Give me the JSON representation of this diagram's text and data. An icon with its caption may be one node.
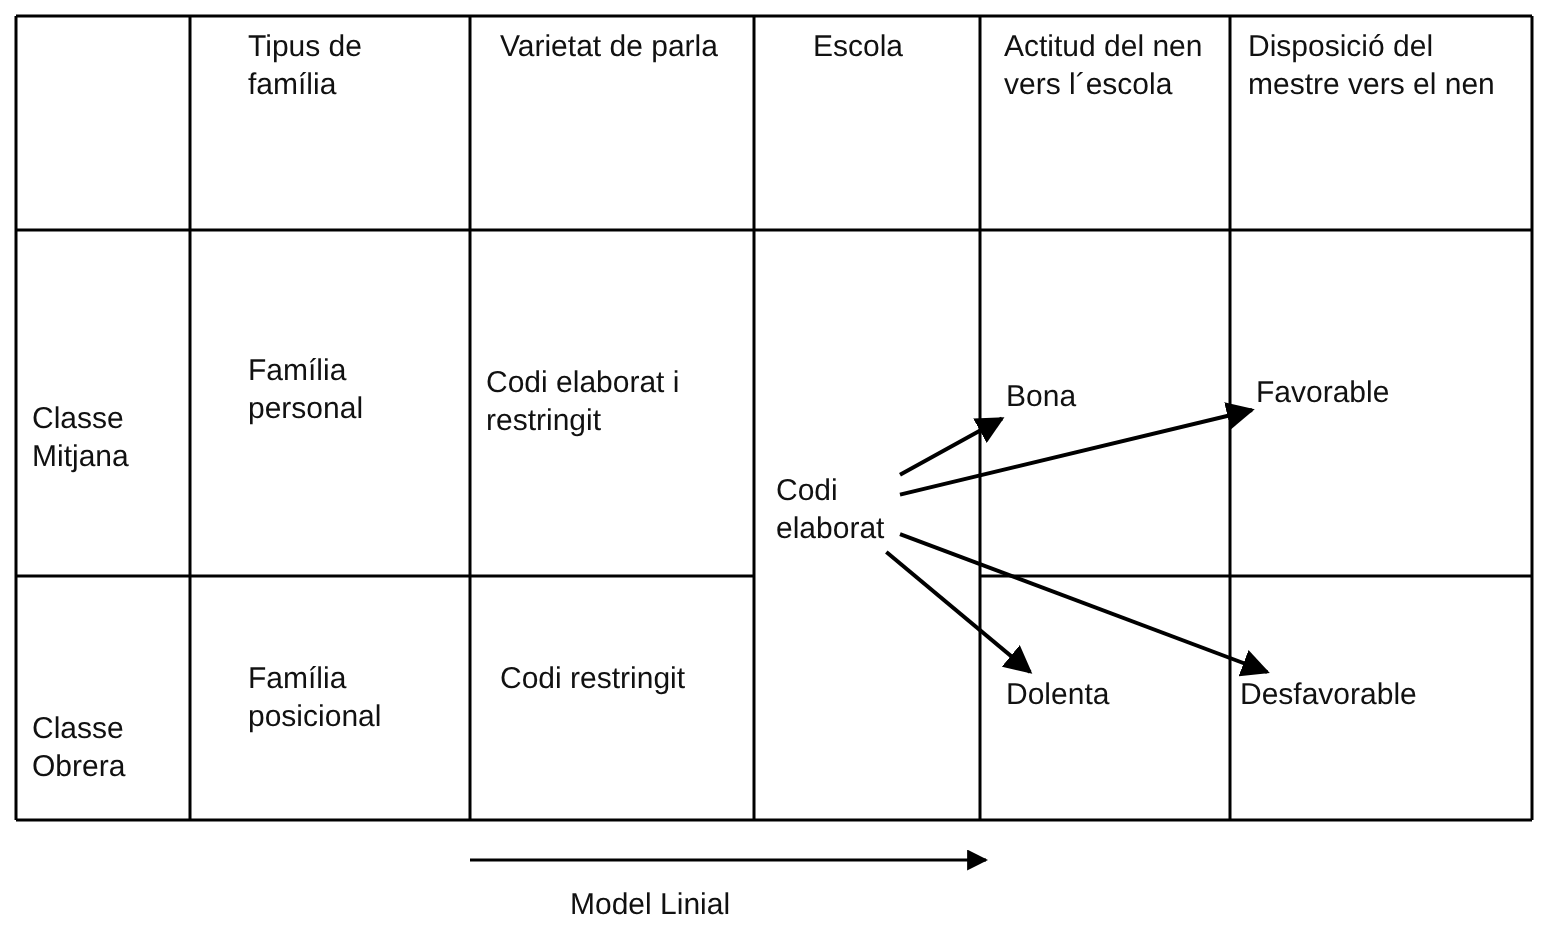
{
  "diagram": {
    "nodes": [
      {
        "text": [
          "Codi elaborat"
        ]
      },
      {
        "text": [
          "Bona"
        ]
      },
      {
        "text": [
          "Favorable"
        ]
      },
      {
        "text": [
          "Dolenta"
        ]
      },
      {
        "text": [
          "Desfavorable"
        ]
      }
    ],
    "edges": [
      {
        "from": 0,
        "to": 1,
        "arrow": "to"
      },
      {
        "from": 0,
        "to": 2,
        "arrow": "to"
      },
      {
        "from": 0,
        "to": 3,
        "arrow": "to"
      },
      {
        "from": 0,
        "to": 4,
        "arrow": "to"
      }
    ],
    "labels": [
      "Tipus de família",
      "Varietat de parla",
      "Escola",
      "Actitud del nen vers l´escola",
      "Disposició del mestre vers el nen",
      "Classe Mitjana",
      "Família personal",
      "Codi elaborat i restringit",
      "Classe Obrera",
      "Família posicional",
      "Codi restringit",
      "Model Linial"
    ]
  }
}
